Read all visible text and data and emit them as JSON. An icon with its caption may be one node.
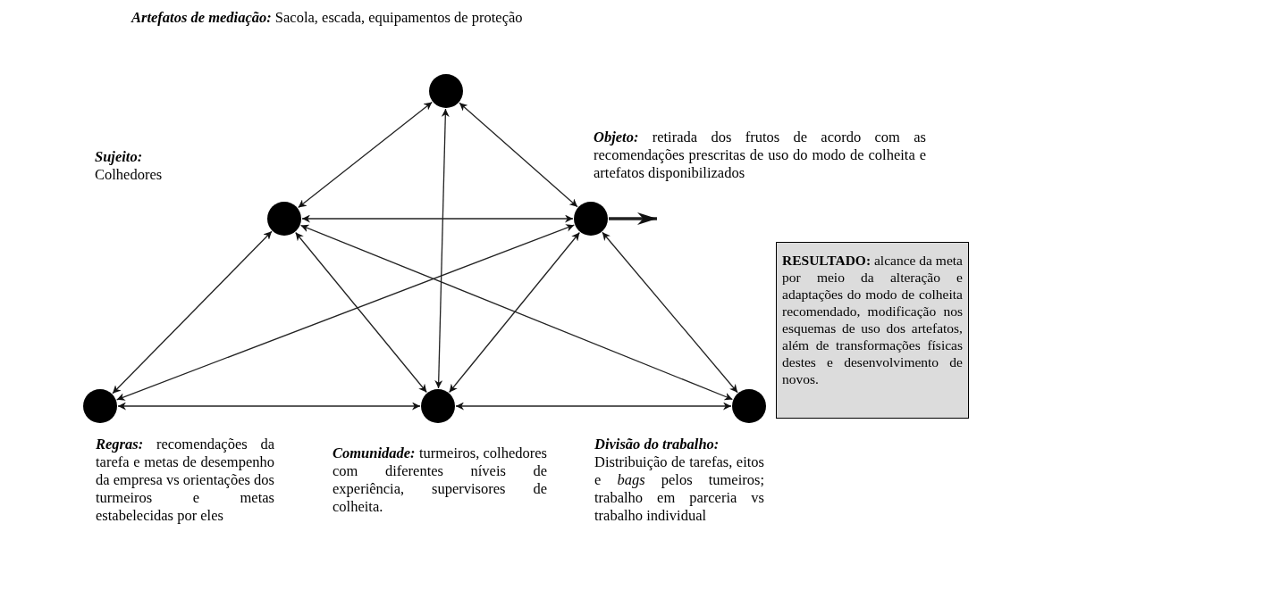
{
  "diagram": {
    "nodes": [
      {
        "text": [],
        "shape": "circle",
        "beside": [
          "Artefatos de mediação:",
          "Sacola, escada, equipamentos de proteção"
        ]
      },
      {
        "text": [],
        "shape": "circle",
        "beside": [
          "Sujeito:",
          "Colhedores"
        ]
      },
      {
        "text": [],
        "shape": "circle",
        "beside": [
          "Objeto:",
          "retirada dos frutos de acordo com as recomendações prescritas de uso do modo de colheita e artefatos disponibilizados"
        ]
      },
      {
        "text": [],
        "shape": "circle",
        "beside": [
          "Regras:",
          "recomendações da tarefa e metas de desempenho da empresa vs orientações dos turmeiros e metas estabelecidas por eles"
        ]
      },
      {
        "text": [],
        "shape": "circle",
        "beside": [
          "Comunidade:",
          "turmeiros, colhedores com diferentes níveis de experiência, supervisores de colheita."
        ]
      },
      {
        "text": [],
        "shape": "circle",
        "beside": [
          "Divisão do trabalho:",
          "Distribuição de tarefas, eitos e *bags* pelos tumeiros; trabalho em parceria vs trabalho individual"
        ]
      },
      {
        "text": [
          "**RESULTADO:** alcance da meta por meio da alteração e adaptações do modo de colheita recomendado, modificação nos esquemas de uso dos artefatos, além de transformações físicas destes e desenvolvimento de novos."
        ]
      }
    ],
    "edges": [
      {
        "from": 0,
        "to": 1,
        "arrow": "both"
      },
      {
        "from": 0,
        "to": 2,
        "arrow": "both"
      },
      {
        "from": 0,
        "to": 4,
        "arrow": "both"
      },
      {
        "from": 1,
        "to": 2,
        "arrow": "both"
      },
      {
        "from": 1,
        "to": 3,
        "arrow": "both"
      },
      {
        "from": 1,
        "to": 4,
        "arrow": "both"
      },
      {
        "from": 1,
        "to": 5,
        "arrow": "both"
      },
      {
        "from": 2,
        "to": 3,
        "arrow": "both"
      },
      {
        "from": 2,
        "to": 4,
        "arrow": "both"
      },
      {
        "from": 2,
        "to": 5,
        "arrow": "both"
      },
      {
        "from": 3,
        "to": 4,
        "arrow": "both"
      },
      {
        "from": 4,
        "to": 5,
        "arrow": "both"
      },
      {
        "from": 2,
        "to": null,
        "arrow": "to",
        "style": "thick"
      }
    ]
  }
}
